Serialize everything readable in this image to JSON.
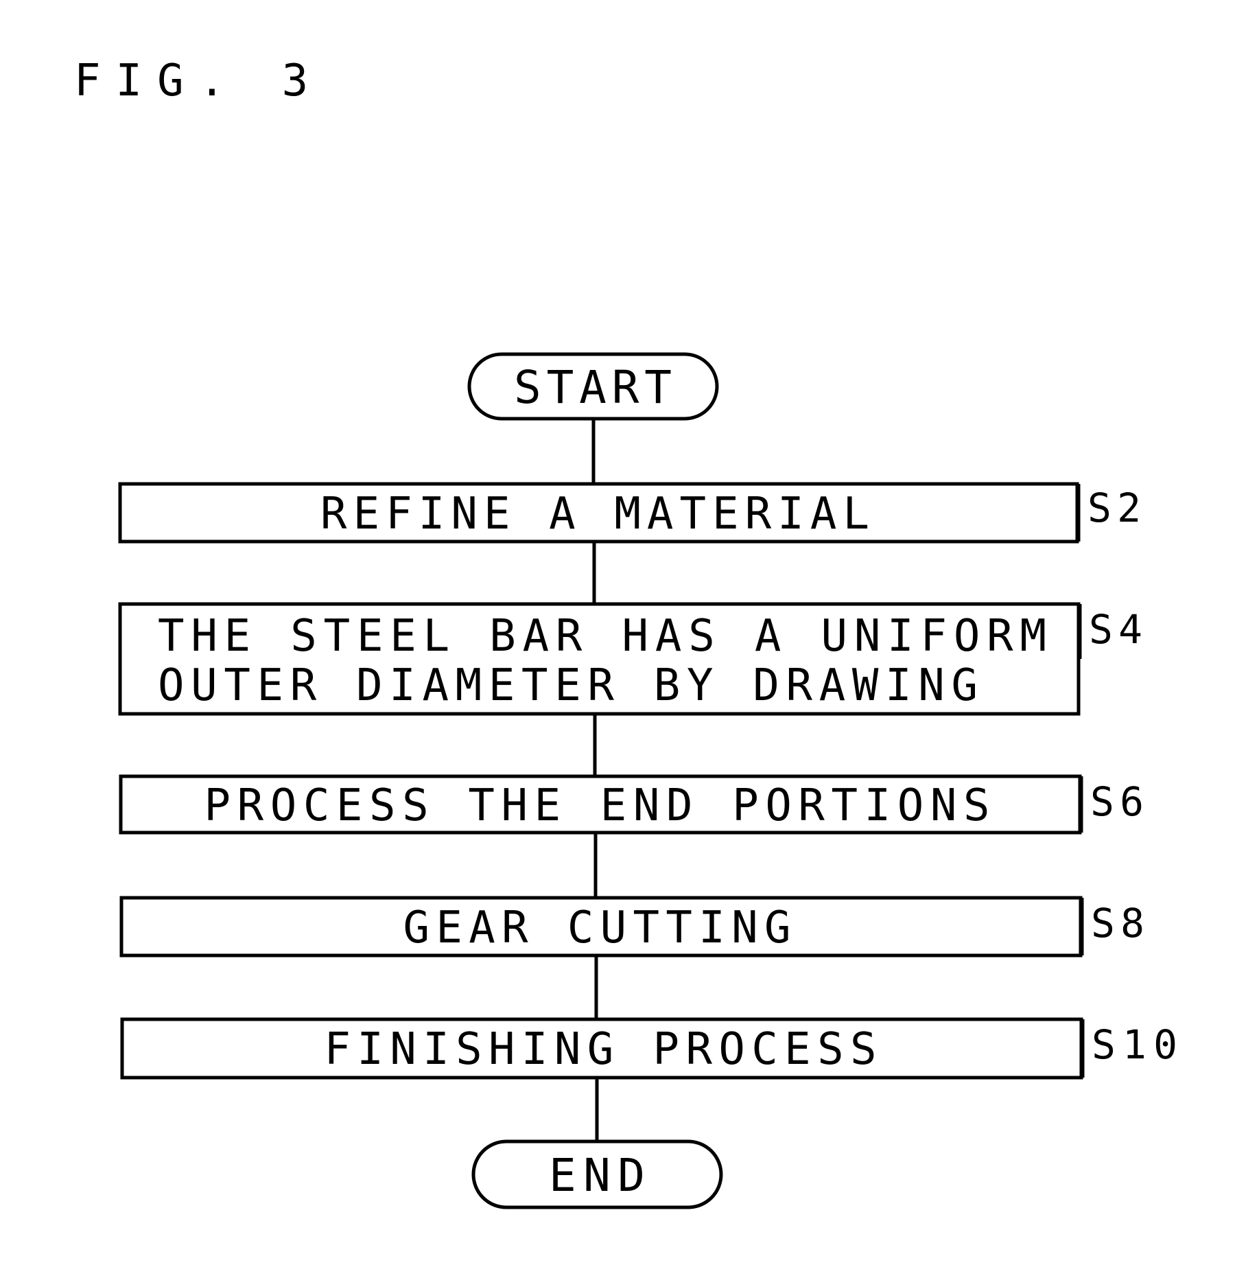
{
  "figure_label": "FIG. 3",
  "flowchart": {
    "start": "START",
    "end": "END",
    "steps": [
      {
        "id": "S2",
        "lines": [
          "REFINE A MATERIAL"
        ]
      },
      {
        "id": "S4",
        "lines": [
          "THE STEEL BAR HAS A UNIFORM",
          "OUTER DIAMETER BY DRAWING"
        ]
      },
      {
        "id": "S6",
        "lines": [
          "PROCESS THE END PORTIONS"
        ]
      },
      {
        "id": "S8",
        "lines": [
          "GEAR CUTTING"
        ]
      },
      {
        "id": "S10",
        "lines": [
          "FINISHING PROCESS"
        ]
      }
    ]
  }
}
